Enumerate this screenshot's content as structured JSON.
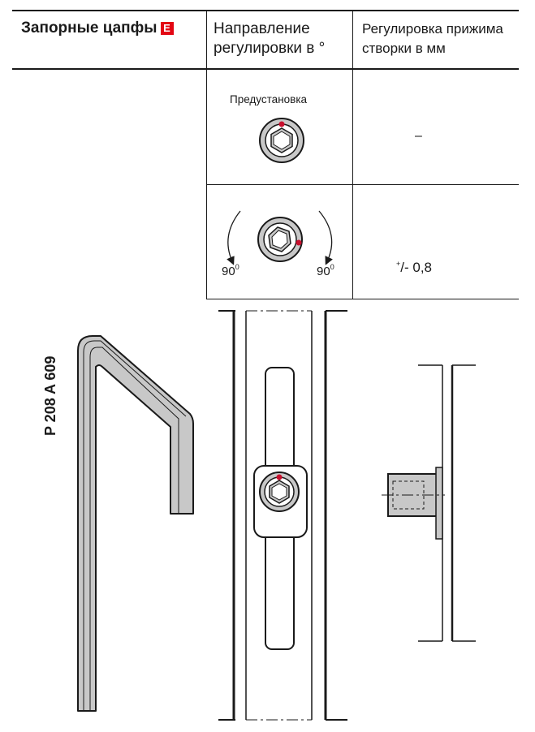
{
  "header": {
    "col1_title": "Запорные цапфы",
    "col1_badge": "E",
    "col2_line1": "Направление",
    "col2_line2": "регулировки в °",
    "col3_line1": "Регулировка прижима",
    "col3_line2": "створки в мм"
  },
  "rows": [
    {
      "direction_label": "Предустановка",
      "value": "–"
    },
    {
      "angle_left": "90",
      "angle_left_sup": "0",
      "angle_right": "90",
      "angle_right_sup": "0",
      "value_sup": "+",
      "value_main": "/- 0,8"
    }
  ],
  "part_number": "P 208 A 609",
  "colors": {
    "accent_red": "#e30613",
    "line": "#1a1a1a",
    "part_fill": "#c8c8c8"
  }
}
